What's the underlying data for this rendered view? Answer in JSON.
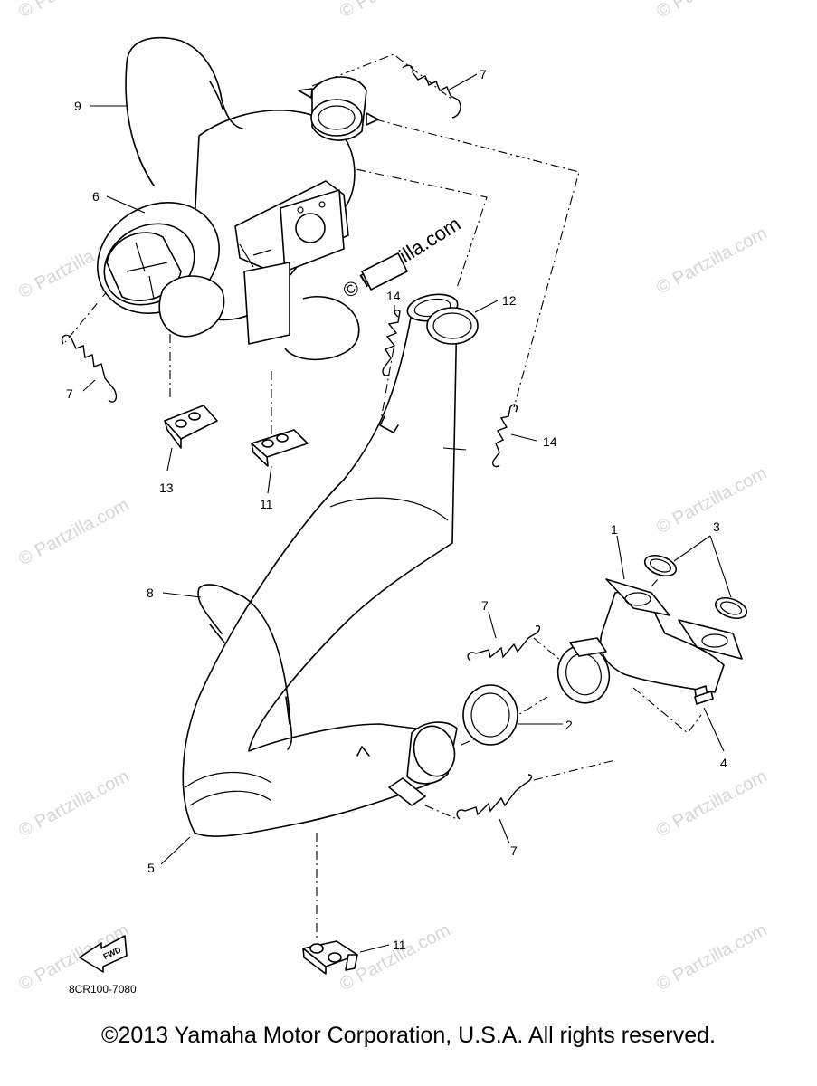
{
  "callouts": [
    {
      "id": "c1",
      "label": "1"
    },
    {
      "id": "c2",
      "label": "2"
    },
    {
      "id": "c3",
      "label": "3"
    },
    {
      "id": "c4",
      "label": "4"
    },
    {
      "id": "c5",
      "label": "5"
    },
    {
      "id": "c6",
      "label": "6"
    },
    {
      "id": "c7a",
      "label": "7"
    },
    {
      "id": "c7b",
      "label": "7"
    },
    {
      "id": "c7c",
      "label": "7"
    },
    {
      "id": "c7d",
      "label": "7"
    },
    {
      "id": "c8",
      "label": "8"
    },
    {
      "id": "c9",
      "label": "9"
    },
    {
      "id": "c11a",
      "label": "11"
    },
    {
      "id": "c11b",
      "label": "11"
    },
    {
      "id": "c12",
      "label": "12"
    },
    {
      "id": "c13",
      "label": "13"
    },
    {
      "id": "c14a",
      "label": "14"
    },
    {
      "id": "c14b",
      "label": "14"
    }
  ],
  "watermark": {
    "text": "© Partzilla.com"
  },
  "forward_label": "FWD",
  "diagram_code": "8CR100-7080",
  "copyright": "©2013 Yamaha Motor Corporation, U.S.A. All rights reserved."
}
